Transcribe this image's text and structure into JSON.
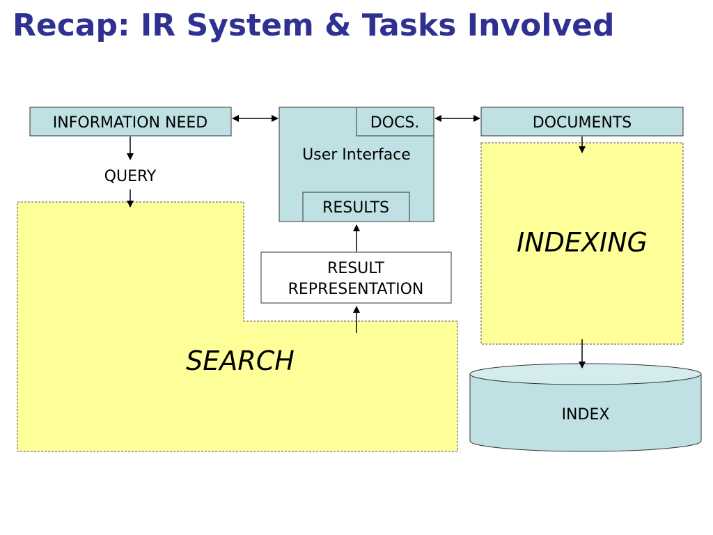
{
  "title": "Recap: IR System & Tasks Involved",
  "colors": {
    "title": "#2e3192",
    "box_fill": "#bfe1e3",
    "process_fill": "#ffff99"
  },
  "nodes": {
    "information_need": "INFORMATION NEED",
    "query": "QUERY",
    "user_interface": "User Interface",
    "docs_short": "DOCS.",
    "results": "RESULTS",
    "result_representation": [
      "RESULT",
      "REPRESENTATION"
    ],
    "documents": "DOCUMENTS",
    "indexing": "INDEXING",
    "search": "SEARCH",
    "index": "INDEX"
  }
}
